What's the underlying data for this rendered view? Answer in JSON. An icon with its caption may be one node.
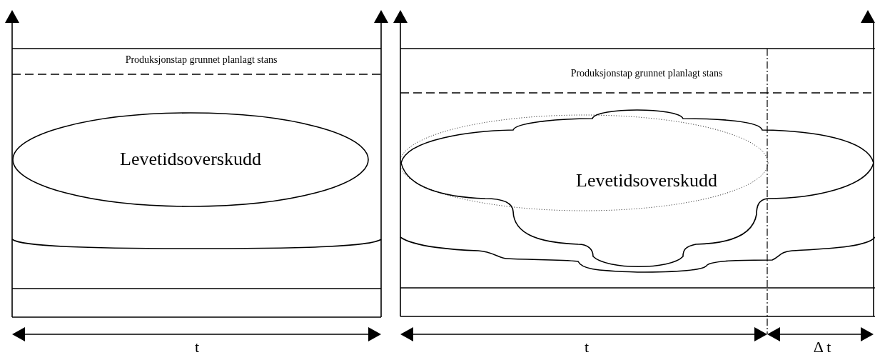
{
  "diagram": {
    "nodes": [
      {
        "text": [
          "Levetidsoverskudd"
        ]
      },
      {
        "text": [
          "Levetidsoverskudd"
        ]
      }
    ],
    "labels": [
      "Produksjonstap grunnet planlagt stans",
      "Produksjonstap grunnet planlagt stans",
      "t",
      "t",
      "Δ t"
    ]
  }
}
